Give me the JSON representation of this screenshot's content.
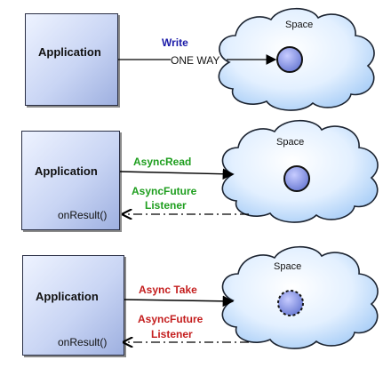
{
  "colors": {
    "write": "#1a1aa8",
    "read": "#1e9e1e",
    "take": "#c41e1e",
    "line": "#000000",
    "sphere": "#7e8ad8"
  },
  "panels": [
    {
      "app_label": "Application",
      "op_label": "Write",
      "mode_label": "ONE WAY",
      "space_label": "Space"
    },
    {
      "app_label": "Application",
      "op_label": "AsyncRead",
      "future_label_1": "AsyncFuture",
      "future_label_2": "Listener",
      "callback_label": "onResult()",
      "space_label": "Space"
    },
    {
      "app_label": "Application",
      "op_label": "Async Take",
      "future_label_1": "AsyncFuture",
      "future_label_2": "Listener",
      "callback_label": "onResult()",
      "space_label": "Space"
    }
  ]
}
